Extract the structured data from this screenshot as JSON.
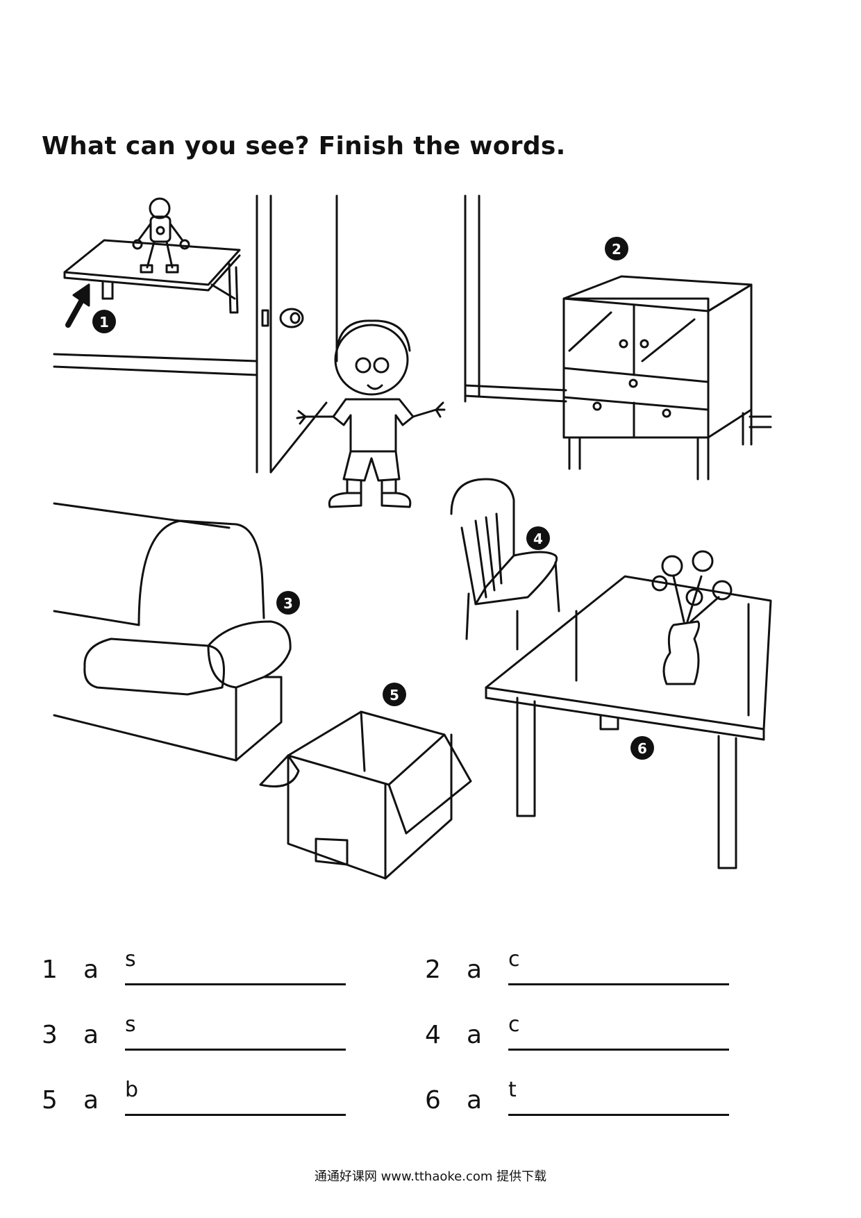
{
  "title": "What can you see? Finish the words.",
  "markers": [
    "1",
    "2",
    "3",
    "4",
    "5",
    "6"
  ],
  "answers": [
    {
      "num": "1",
      "article": "a",
      "hint": "s"
    },
    {
      "num": "2",
      "article": "a",
      "hint": "c"
    },
    {
      "num": "3",
      "article": "a",
      "hint": "s"
    },
    {
      "num": "4",
      "article": "a",
      "hint": "c"
    },
    {
      "num": "5",
      "article": "a",
      "hint": "b"
    },
    {
      "num": "6",
      "article": "a",
      "hint": "t"
    }
  ],
  "footer": "通通好课网 www.tthaoke.com 提供下载"
}
